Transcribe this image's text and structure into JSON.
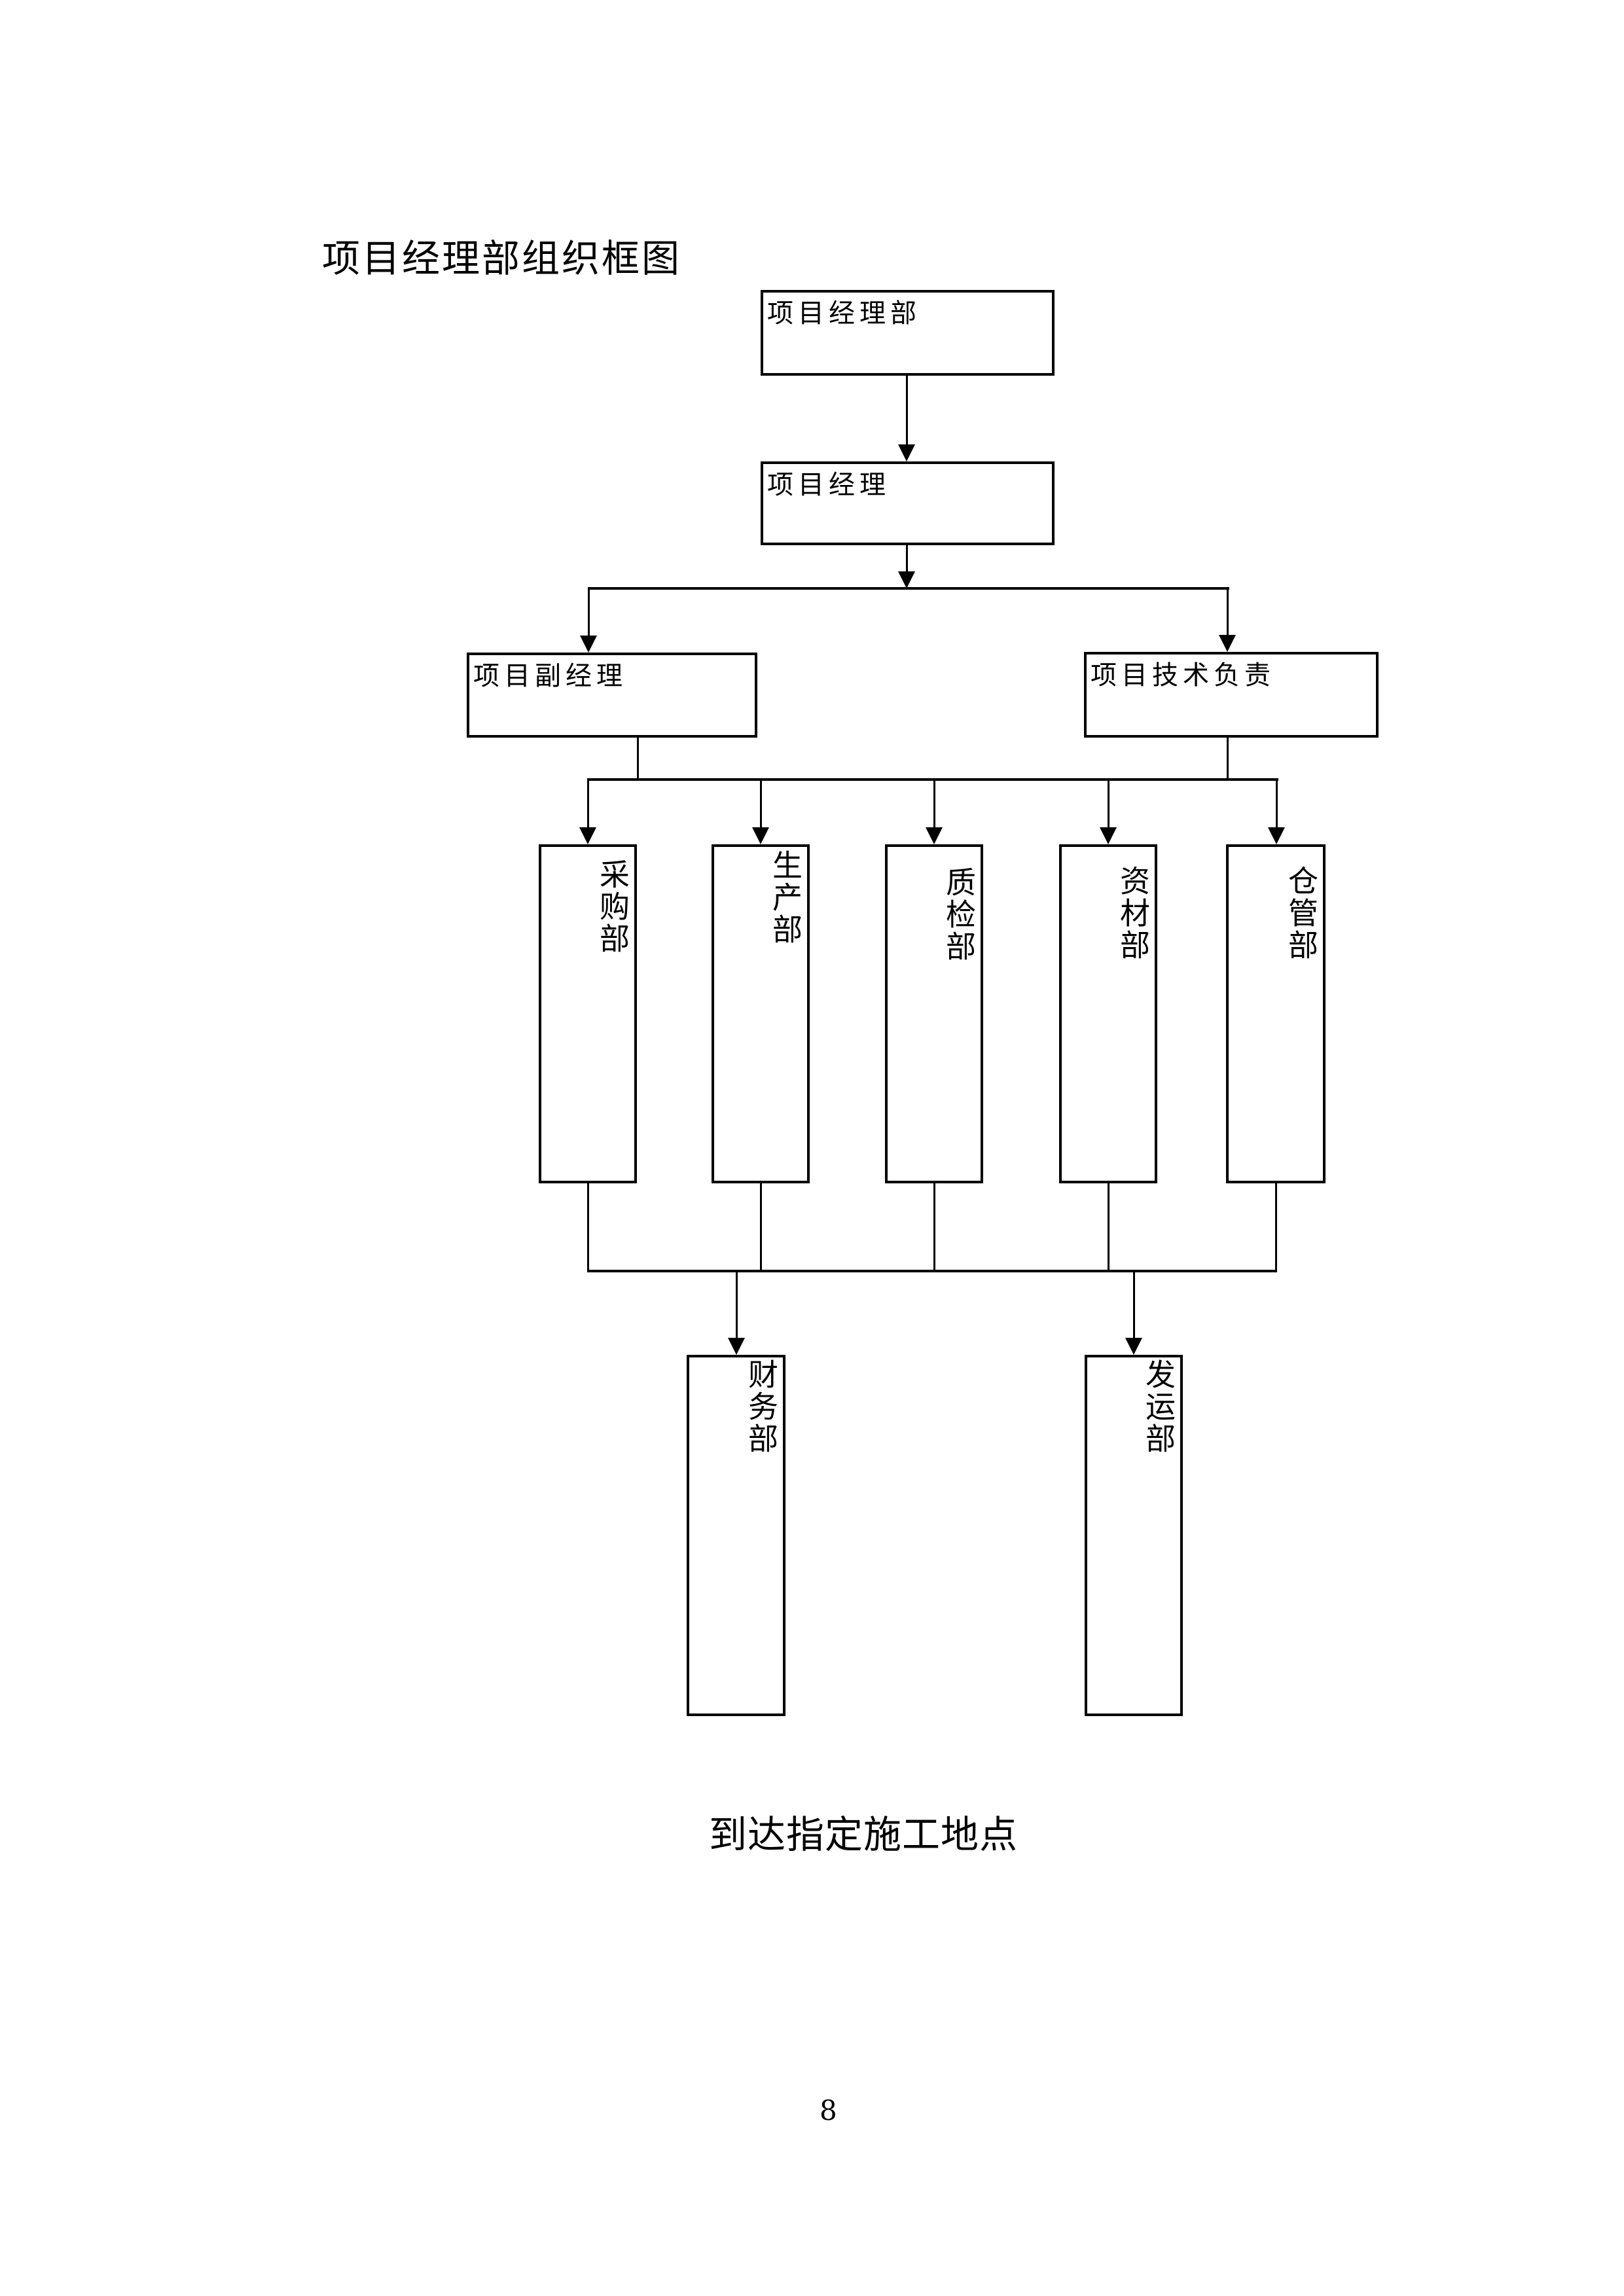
{
  "document": {
    "title": "项目经理部组织框图",
    "destination_label": "到达指定施工地点",
    "page_number": "8"
  },
  "diagram": {
    "nodes": {
      "pm_dept": "项目经理部",
      "pm": "项目经理",
      "deputy_pm": "项目副经理",
      "tech_lead": "项目技术负责",
      "procurement": "采购部",
      "production": "生产部",
      "quality": "质检部",
      "materials": "资材部",
      "warehouse": "仓管部",
      "finance": "财务部",
      "shipping": "发运部"
    }
  }
}
